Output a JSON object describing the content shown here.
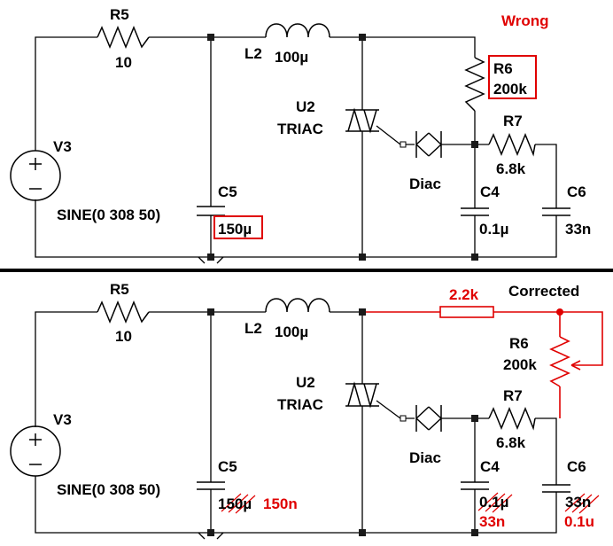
{
  "top": {
    "status": "Wrong",
    "r5": {
      "name": "R5",
      "value": "10"
    },
    "l2": {
      "name": "L2",
      "value": "100µ"
    },
    "u2": {
      "name": "U2",
      "type": "TRIAC"
    },
    "r6": {
      "name": "R6",
      "value": "200k"
    },
    "r7": {
      "name": "R7",
      "value": "6.8k"
    },
    "v3": {
      "name": "V3",
      "spec": "SINE(0 308 50)"
    },
    "c5": {
      "name": "C5",
      "value": "150µ"
    },
    "diac": "Diac",
    "c4": {
      "name": "C4",
      "value": "0.1µ"
    },
    "c6": {
      "name": "C6",
      "value": "33n"
    }
  },
  "bottom": {
    "status": "Corrected",
    "r_added": "2.2k",
    "r5": {
      "name": "R5",
      "value": "10"
    },
    "l2": {
      "name": "L2",
      "value": "100µ"
    },
    "u2": {
      "name": "U2",
      "type": "TRIAC"
    },
    "r6": {
      "name": "R6",
      "value": "200k"
    },
    "r7": {
      "name": "R7",
      "value": "6.8k"
    },
    "v3": {
      "name": "V3",
      "spec": "SINE(0 308 50)"
    },
    "c5": {
      "name": "C5",
      "value": "150µ",
      "new_value": "150n"
    },
    "diac": "Diac",
    "c4": {
      "name": "C4",
      "value": "0.1µ",
      "new_value": "33n"
    },
    "c6": {
      "name": "C6",
      "value": "33n",
      "new_value": "0.1u"
    }
  },
  "colors": {
    "wire": "#000000",
    "correction": "#e00000",
    "divider": "#000000"
  }
}
